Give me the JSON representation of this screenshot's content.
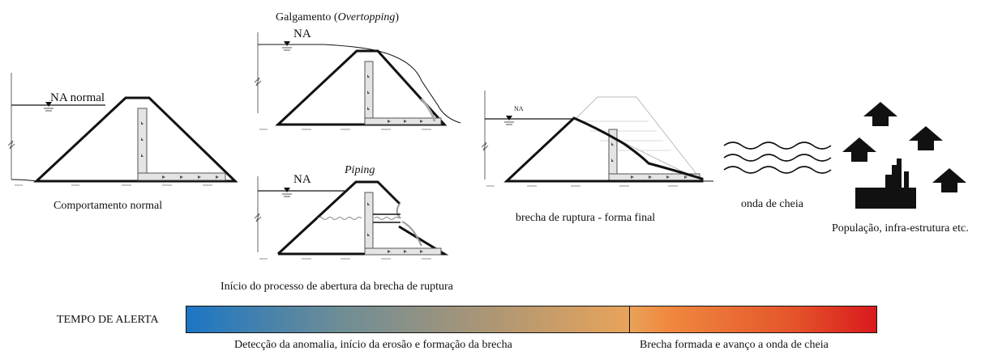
{
  "stages": {
    "normal": {
      "na_label": "NA normal",
      "caption": "Comportamento normal"
    },
    "overtopping": {
      "title_prefix": "Galgamento (",
      "title_italic": "Overtopping",
      "title_suffix": ")",
      "na_label": "NA"
    },
    "piping": {
      "title": "Piping",
      "na_label": "NA"
    },
    "final_breach": {
      "na_label": "NA",
      "caption": "brecha de ruptura - forma final"
    },
    "flood_wave": {
      "caption": "onda de cheia"
    },
    "population": {
      "caption": "População, infra-estrutura etc."
    }
  },
  "process_start": "Início do processo de abertura da brecha de ruptura",
  "timeline": {
    "label": "TEMPO DE ALERTA",
    "phase1": "Detecção da anomalia, início da erosão e formação da brecha",
    "phase2": "Brecha formada e avanço a onda de cheia",
    "colors": [
      "#1c76c4",
      "#a79578",
      "#f0883e",
      "#d91a1e"
    ]
  }
}
